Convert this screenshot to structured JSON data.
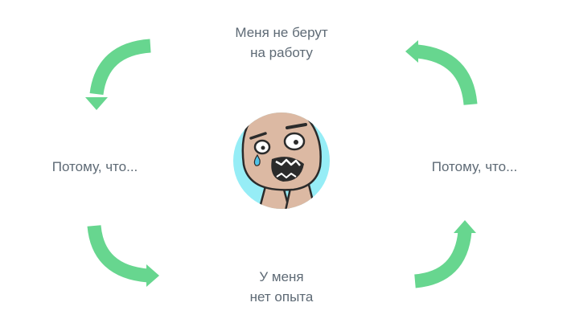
{
  "diagram": {
    "top_label": [
      "Меня не берут",
      "на работу"
    ],
    "right_label": "Потому, что...",
    "bottom_label": [
      "У меня",
      "нет опыта"
    ],
    "left_label": "Потому, что...",
    "arrow_color": "#67d68f",
    "center_icon": "crying-rage-face-icon",
    "center_background": "#96edf6"
  }
}
